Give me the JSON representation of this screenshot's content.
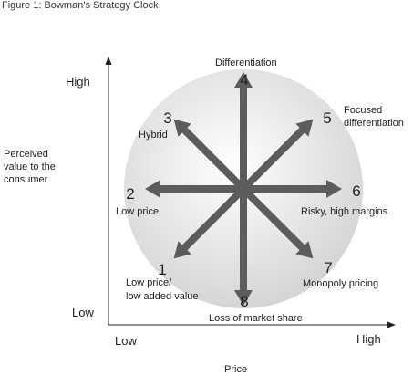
{
  "figure_title": "Figure 1: Bowman’s Strategy Clock",
  "y_axis": {
    "label_lines": [
      "Perceived",
      "value to the",
      "consumer"
    ],
    "high": "High",
    "low": "Low"
  },
  "x_axis": {
    "label": "Price",
    "low": "Low",
    "high": "High"
  },
  "colors": {
    "arrow": "#5c5c5c",
    "circle_center": "#ffffff",
    "circle_edge": "#d4d4d4",
    "axis": "#222222"
  },
  "positions": [
    {
      "number": "1",
      "label_lines": [
        "Low price/",
        "low added value"
      ]
    },
    {
      "number": "2",
      "label_lines": [
        "Low price"
      ]
    },
    {
      "number": "3",
      "label_lines": [
        "Hybrid"
      ]
    },
    {
      "number": "4",
      "label_lines": [
        "Differentiation"
      ]
    },
    {
      "number": "5",
      "label_lines": [
        "Focused",
        "differentiation"
      ]
    },
    {
      "number": "6",
      "label_lines": [
        "Risky, high margins"
      ]
    },
    {
      "number": "7",
      "label_lines": [
        "Monopoly pricing"
      ]
    },
    {
      "number": "8",
      "label_lines": [
        "Loss of market share"
      ]
    }
  ]
}
